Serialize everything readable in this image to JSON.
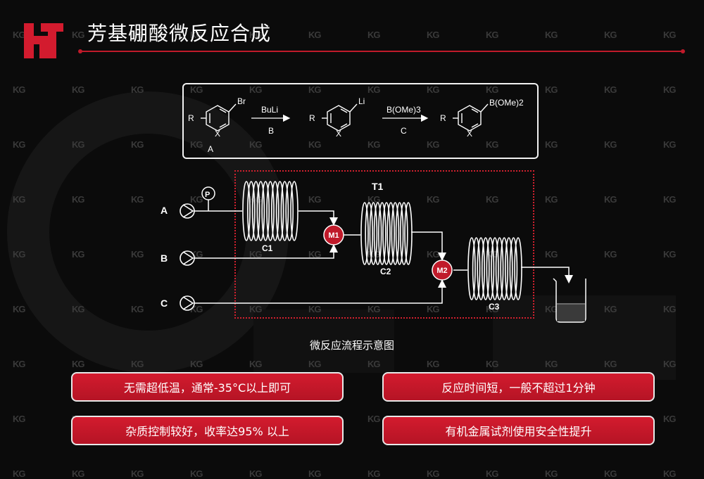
{
  "page": {
    "title": "芳基硼酸微反应合成",
    "logo_text": "HT",
    "watermark_text": "KG"
  },
  "reaction": {
    "substituent_br": "Br",
    "substituent_li": "Li",
    "substituent_boron": "B(OMe)2",
    "r_label": "R",
    "x_label": "X",
    "compound_label": "A",
    "step1_reagent": "BuLi",
    "step1_label": "B",
    "step2_reagent": "B(OMe)3",
    "step2_label": "C"
  },
  "flow": {
    "inlet_a": "A",
    "inlet_b": "B",
    "inlet_c": "C",
    "pressure_label": "P",
    "temp_label": "T1",
    "coil_1": "C1",
    "coil_2": "C2",
    "coil_3": "C3",
    "mixer_1": "M1",
    "mixer_2": "M2",
    "caption": "微反应流程示意图"
  },
  "features": [
    "无需超低温，通常-35°C以上即可",
    "反应时间短，一般不超过1分钟",
    "杂质控制较好，收率达95% 以上",
    "有机金属试剂使用安全性提升"
  ],
  "colors": {
    "accent": "#c01a2a",
    "card": "#d31b2e",
    "background": "#0b0b0b"
  }
}
